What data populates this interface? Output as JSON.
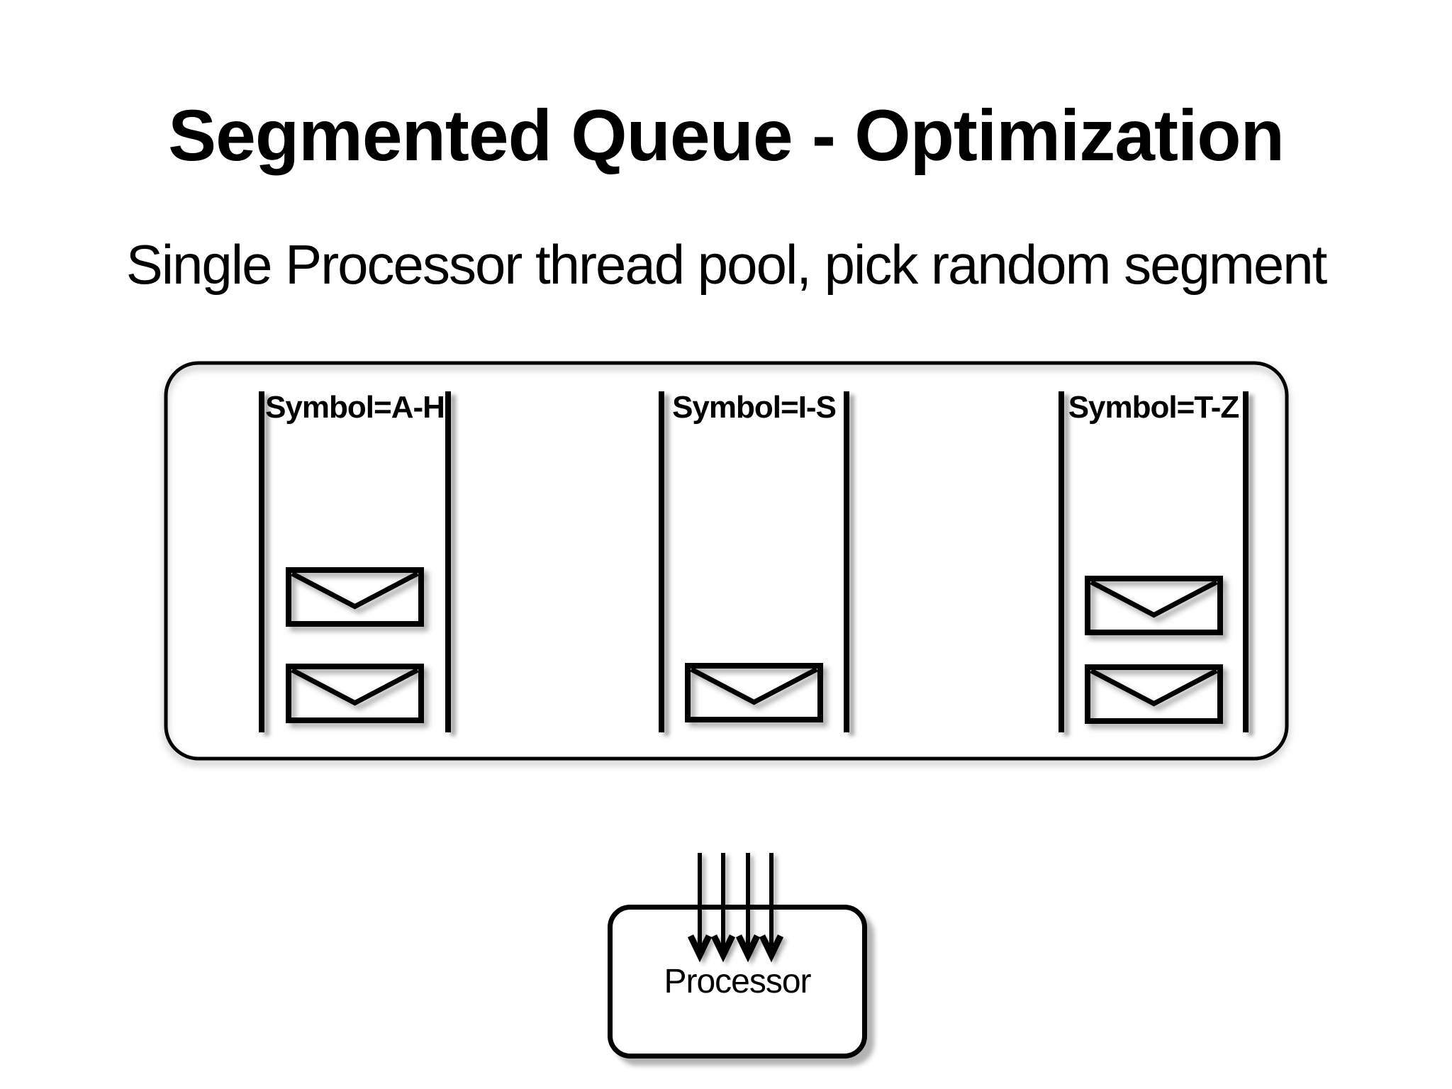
{
  "slide": {
    "title": "Segmented Queue - Optimization",
    "subtitle": "Single Processor thread pool, pick random segment",
    "queue_pool": {
      "segments": [
        {
          "label": "Symbol=A-H",
          "envelope_count": 2
        },
        {
          "label": "Symbol=I-S",
          "envelope_count": 1
        },
        {
          "label": "Symbol=T-Z",
          "envelope_count": 2
        }
      ]
    },
    "processor_label": "Processor",
    "arrow_count": 4,
    "colors": {
      "background": "#ffffff",
      "ink": "#000000",
      "shadow": "rgba(0,0,0,0.35)"
    }
  }
}
